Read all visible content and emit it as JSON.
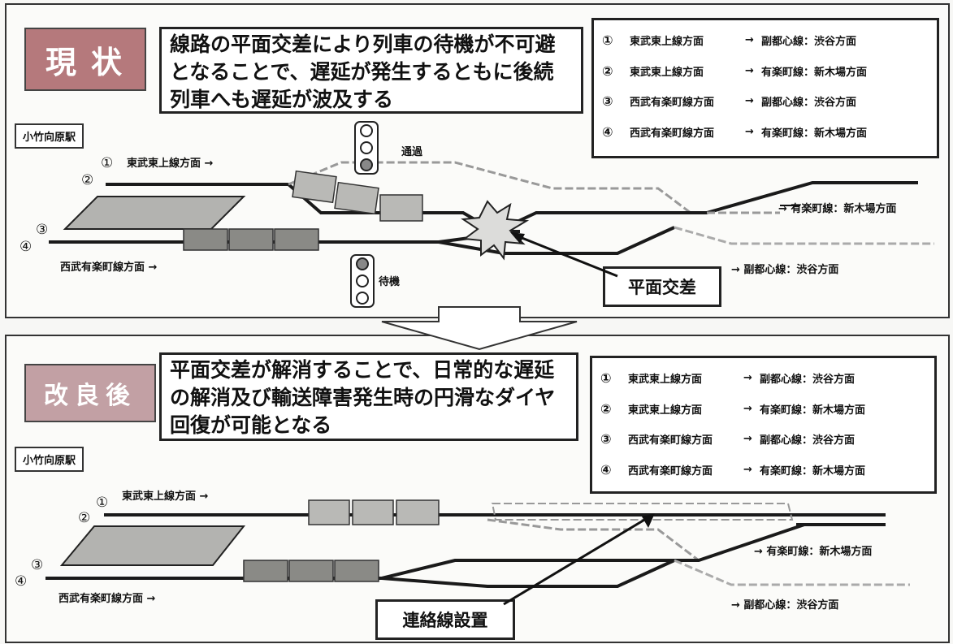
{
  "top": {
    "badge": "現状",
    "callout": "線路の平面交差により列車の待機が不可避\nとなることで、遅延が発生するともに後続\n列車へも遅延が波及する",
    "station": "小竹向原駅",
    "routes": [
      {
        "num": "①",
        "from": "東武東上線方面",
        "arrow": "→",
        "to": "副都心線：渋谷方面"
      },
      {
        "num": "②",
        "from": "東武東上線方面",
        "arrow": "→",
        "to": "有楽町線：新木場方面"
      },
      {
        "num": "③",
        "from": "西武有楽町線方面",
        "arrow": "→",
        "to": "副都心線：渋谷方面"
      },
      {
        "num": "④",
        "from": "西武有楽町線方面",
        "arrow": "→",
        "to": "有楽町線：新木場方面"
      }
    ],
    "line_labels": {
      "n1": "①",
      "n2": "②",
      "n3": "③",
      "n4": "④",
      "tobu": "東武東上線方面 →",
      "seibu": "西武有楽町線方面 →",
      "yurakucho": "→ 有楽町線：新木場方面",
      "fukutoshin": "→ 副都心線：渋谷方面"
    },
    "signal_pass": "通過",
    "signal_wait": "待機",
    "crossing_label": "平面交差"
  },
  "bottom": {
    "badge": "改良後",
    "callout": "平面交差が解消することで、日常的な遅延\nの解消及び輸送障害発生時の円滑なダイヤ\n回復が可能となる",
    "station": "小竹向原駅",
    "routes": [
      {
        "num": "①",
        "from": "東武東上線方面",
        "arrow": "→",
        "to": "副都心線：渋谷方面"
      },
      {
        "num": "②",
        "from": "東武東上線方面",
        "arrow": "→",
        "to": "有楽町線：新木場方面"
      },
      {
        "num": "③",
        "from": "西武有楽町線方面",
        "arrow": "→",
        "to": "副都心線：渋谷方面"
      },
      {
        "num": "④",
        "from": "西武有楽町線方面",
        "arrow": "→",
        "to": "有楽町線：新木場方面"
      }
    ],
    "line_labels": {
      "n1": "①",
      "n2": "②",
      "n3": "③",
      "n4": "④",
      "tobu": "東武東上線方面 →",
      "seibu": "西武有楽町線方面 →",
      "yurakucho": "→ 有楽町線：新木場方面",
      "fukutoshin": "→ 副都心線：渋谷方面"
    },
    "connector_label": "連絡線設置"
  },
  "colors": {
    "badge_top": "#b5797c",
    "badge_bottom": "#c2a0a4",
    "track": "#1a1a1a",
    "train": "#b9b9b6",
    "train_seibu": "#8a8a86",
    "platform": "#b3b3b0"
  }
}
